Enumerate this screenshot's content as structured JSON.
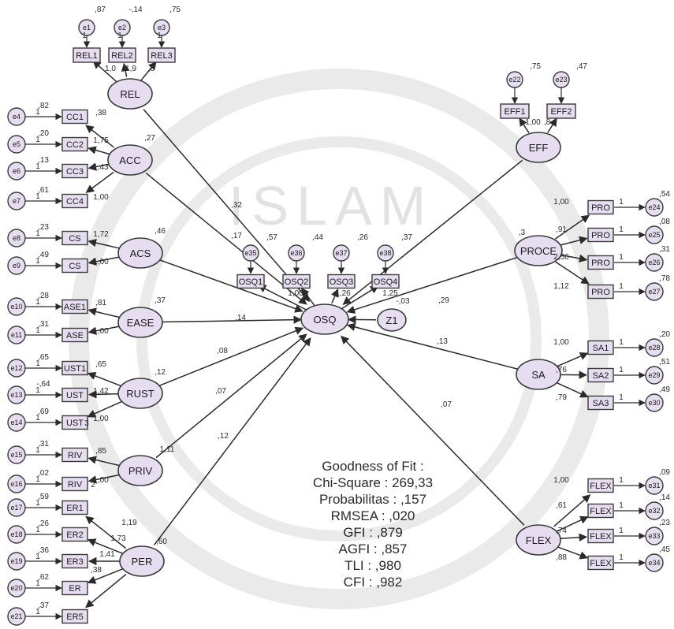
{
  "latent": {
    "REL": "REL",
    "ACC": "ACC",
    "ACS": "ACS",
    "EASE": "EASE",
    "TRUST": "RUST",
    "PRIV": "PRIV",
    "PER": "PER",
    "OSQ": "OSQ",
    "Z1": "Z1",
    "EFF": "EFF",
    "PROCE": "PROCE",
    "SA": "SA",
    "FLEX": "FLEX"
  },
  "variance_labels": {
    "ACC": ",27",
    "ACS": ",46",
    "EASE": ",37",
    "TRUST": ",12",
    "PRIV": "1,11",
    "PER": ",60",
    "PROCE": ",3",
    "OSQ_r2": "-,03"
  },
  "rel_indicators": [
    {
      "box": "REL1",
      "err": "e1",
      "ev": ",87"
    },
    {
      "box": "REL2",
      "err": "e2",
      "ev": "-,14"
    },
    {
      "box": "REL3",
      "err": "e3",
      "ev": ",75"
    }
  ],
  "rel_loadings": [
    "1,0",
    "1,9",
    ",8"
  ],
  "acc_indicators": [
    {
      "box": "CC1",
      "err": "e4",
      "ev": ",82",
      "load": ",38"
    },
    {
      "box": "CC2",
      "err": "e5",
      "ev": ",20",
      "load": "1,75"
    },
    {
      "box": "CC3",
      "err": "e6",
      "ev": ",13",
      "load": "1,43"
    },
    {
      "box": "CC4",
      "err": "e7",
      "ev": ",61",
      "load": "1,00"
    }
  ],
  "acs_indicators": [
    {
      "box": "CS",
      "err": "e8",
      "ev": ",23",
      "load": "1,72"
    },
    {
      "box": "CS",
      "err": "e9",
      "ev": ",49",
      "load": "1,00"
    }
  ],
  "ease_indicators": [
    {
      "box": "ASE1",
      "err": "e10",
      "ev": ",28",
      "load": ",81"
    },
    {
      "box": "ASE",
      "err": "e11",
      "ev": ",31",
      "load": "1,00"
    }
  ],
  "trust_indicators": [
    {
      "box": "UST1",
      "err": "e12",
      "ev": ",65",
      "load": ",65"
    },
    {
      "box": "UST",
      "err": "e13",
      "ev": "-,64",
      "load": "1,42"
    },
    {
      "box": "UST",
      "err": "e14",
      "ev": ",69",
      "load": "1,00"
    }
  ],
  "trust_extra": "3",
  "priv_indicators": [
    {
      "box": "RIV",
      "err": "e15",
      "ev": ",31",
      "load": ",85"
    },
    {
      "box": "RIV",
      "err": "e16",
      "ev": ",02",
      "load": "1,00"
    }
  ],
  "priv_extra": "2",
  "per_indicators": [
    {
      "box": "ER1",
      "err": "e17",
      "ev": ",59"
    },
    {
      "box": "ER2",
      "err": "e18",
      "ev": ",26"
    },
    {
      "box": "ER3",
      "err": "e19",
      "ev": ",36"
    },
    {
      "box": "ER",
      "err": "e20",
      "ev": ",62"
    },
    {
      "box": "ER5",
      "err": "e21",
      "ev": ",37"
    }
  ],
  "per_loadings": [
    "1,19",
    "1,73",
    "1,41",
    ",38"
  ],
  "osq_indicators": [
    {
      "box": "OSQ1",
      "err": "e35",
      "ev": ",57"
    },
    {
      "box": "OSQ2",
      "err": "e36",
      "ev": ",44"
    },
    {
      "box": "OSQ3",
      "err": "e37",
      "ev": ",26"
    },
    {
      "box": "OSQ4",
      "err": "e38",
      "ev": ",37"
    }
  ],
  "osq_loadings": [
    "1,00",
    "1,26",
    "1,25"
  ],
  "eff_indicators": [
    {
      "box": "EFF1",
      "err": "e22",
      "ev": ",75"
    },
    {
      "box": "EFF2",
      "err": "e23",
      "ev": ",47"
    }
  ],
  "eff_loadings": [
    "1,00",
    ",8"
  ],
  "proce_indicators": [
    {
      "box": "PRO",
      "err": "e24",
      "ev": ",54",
      "one": "1"
    },
    {
      "box": "PRO",
      "err": "e25",
      "ev": ",08",
      "one": "1"
    },
    {
      "box": "PRO",
      "err": "e26",
      "ev": ",31",
      "one": "1"
    },
    {
      "box": "PRO",
      "err": "e27",
      "ev": ",78",
      "one": "1"
    }
  ],
  "proce_loadings": [
    "1,00",
    ",91",
    "2,56",
    "1,12"
  ],
  "sa_indicators": [
    {
      "box": "SA1",
      "err": "e28",
      "ev": ",20",
      "one": "1"
    },
    {
      "box": "SA2",
      "err": "e29",
      "ev": ",51",
      "one": "1"
    },
    {
      "box": "SA3",
      "err": "e30",
      "ev": ",49",
      "one": "1"
    }
  ],
  "sa_loadings": [
    "1,00",
    ",76",
    ",79"
  ],
  "flex_indicators": [
    {
      "box": "FLEX",
      "err": "e31",
      "ev": ",09",
      "one": "1"
    },
    {
      "box": "FLEX",
      "err": "e32",
      "ev": ",14",
      "one": "1"
    },
    {
      "box": "FLEX",
      "err": "e33",
      "ev": ",23",
      "one": "1"
    },
    {
      "box": "FLEX",
      "err": "e34",
      "ev": ",45",
      "one": "1"
    }
  ],
  "flex_loadings": [
    "1,00",
    ",61",
    ",74",
    ",88"
  ],
  "structural": {
    "REL": ",32",
    "ACC": ",17",
    "ACS": "",
    "EASE": ",14",
    "TRUST": ",08",
    "PRIV": ",07",
    "PER": ",12",
    "EFF": ",29",
    "PROCE": "",
    "SA": ",13",
    "FLEX": ",07"
  },
  "goodness_of_fit": {
    "title": "Goodness of Fit :",
    "lines": [
      "Chi-Square : 269,33",
      "Probabilitas : ,157",
      "RMSEA : ,020",
      "GFI : ,879",
      "AGFI : ,857",
      "TLI : ,980",
      "CFI : ,982"
    ]
  },
  "watermark": "ISLAM",
  "colors": {
    "node_fill": "#e6def0",
    "stroke": "#3a3a3a"
  }
}
